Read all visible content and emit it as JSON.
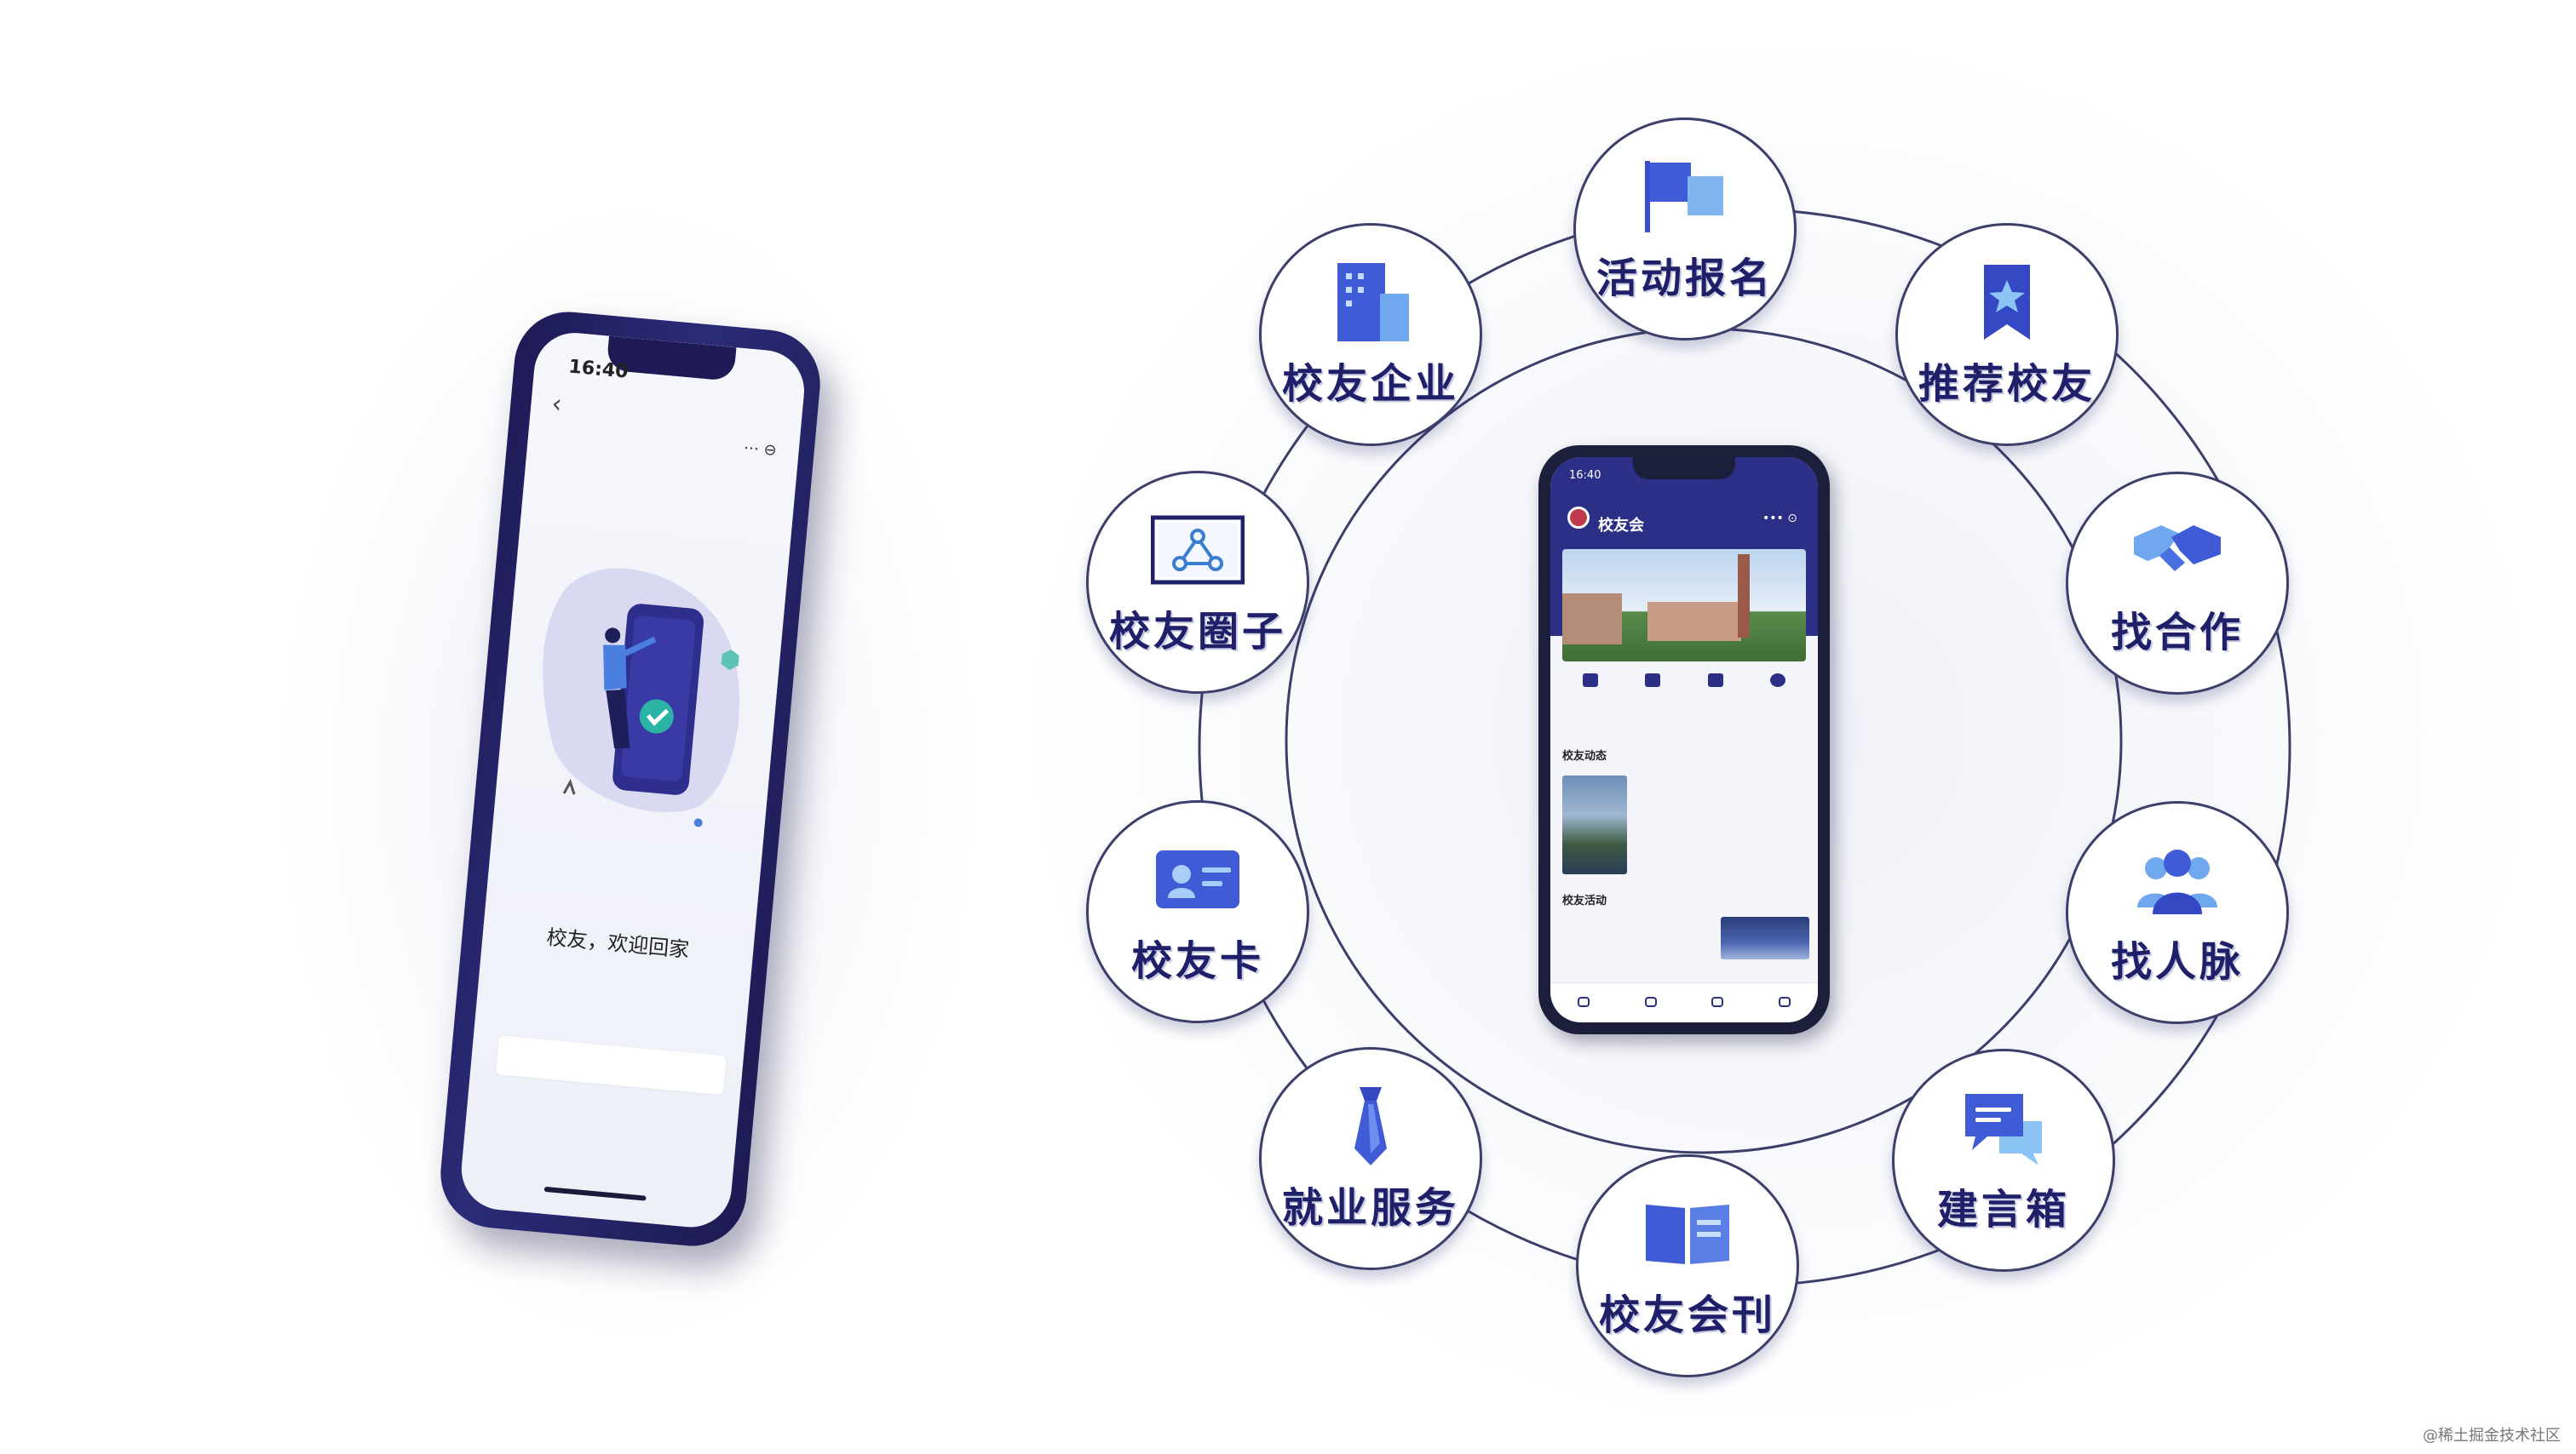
{
  "left_phone": {
    "time": "16:40",
    "status_right": "",
    "back_icon": "chevron-left-icon",
    "title": "",
    "menu_icon": "more-icon",
    "welcome": "校友，欢迎回家",
    "description": "",
    "action_button": ""
  },
  "center_phone": {
    "time": "16:40",
    "org_line": "",
    "app_name": "校友会",
    "more_icon": "more-dots-icon",
    "quick_items": [
      {
        "label": "",
        "icon": "card-icon"
      },
      {
        "label": "",
        "icon": "building-icon"
      },
      {
        "label": "",
        "icon": "people-icon"
      },
      {
        "label": "",
        "icon": "cloud-icon"
      }
    ],
    "section_news": "校友动态",
    "news_more": "",
    "news_title": "",
    "news_meta": "",
    "section_activity": "校友活动",
    "activity_more": "",
    "activity_title": "",
    "tabs": [
      {
        "label": "",
        "icon": "home-icon"
      },
      {
        "label": "",
        "icon": "person-icon"
      },
      {
        "label": "",
        "icon": "doc-icon"
      },
      {
        "label": "",
        "icon": "user-icon"
      }
    ]
  },
  "features": [
    {
      "label": "活动报名",
      "icon": "flag-icon"
    },
    {
      "label": "推荐校友",
      "icon": "star-badge-icon"
    },
    {
      "label": "找合作",
      "icon": "handshake-icon"
    },
    {
      "label": "找人脉",
      "icon": "people-network-icon"
    },
    {
      "label": "建言箱",
      "icon": "chat-bubble-icon"
    },
    {
      "label": "校友会刊",
      "icon": "open-book-icon"
    },
    {
      "label": "就业服务",
      "icon": "necktie-icon"
    },
    {
      "label": "校友卡",
      "icon": "id-card-icon"
    },
    {
      "label": "校友圈子",
      "icon": "network-monitor-icon"
    },
    {
      "label": "校友企业",
      "icon": "office-building-icon"
    }
  ],
  "watermark": "@稀土掘金技术社区",
  "colors": {
    "brand_navy": "#20206a",
    "phone_frame": "#1e1a55",
    "icon_blue": "#3f5bd6",
    "icon_light": "#7fb4f0",
    "ring": "#3c3f6a"
  }
}
